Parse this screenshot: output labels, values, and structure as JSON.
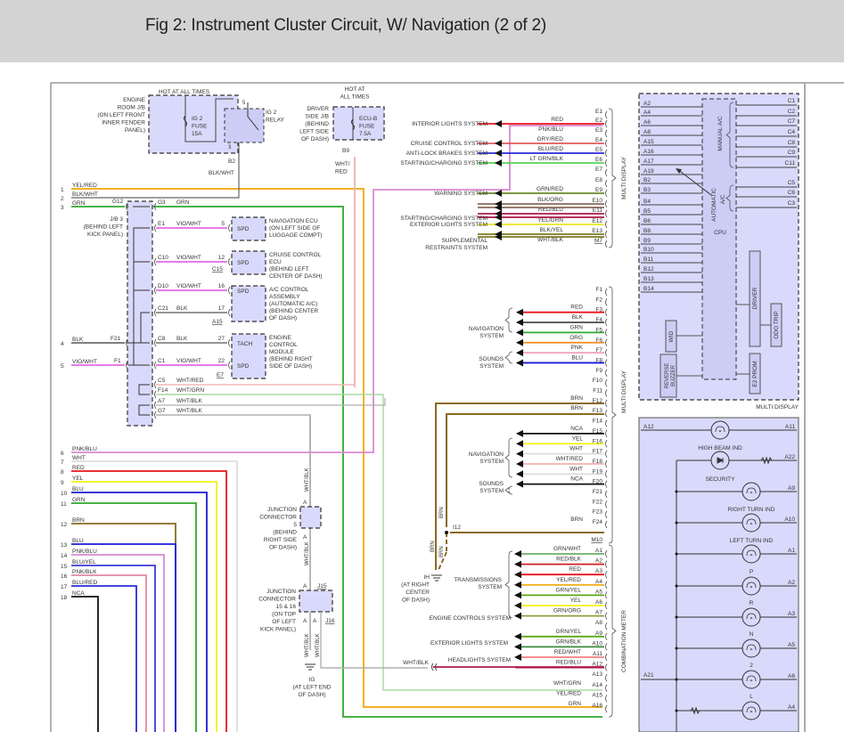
{
  "header": {
    "title": "Fig 2: Instrument Cluster Circuit, W/ Navigation (2 of 2)"
  },
  "colors": {
    "header_bg": "#d3d3d3",
    "component_fill": "#d9d9fb",
    "RED": "#e8141b",
    "PNK/BLU": "#d98ad0",
    "GRY/RED": "#e05a5a",
    "BLU/RED": "#2a2ad8",
    "LT GRN/BLK": "#55d455",
    "GRN/RED": "#6a8a2a",
    "BLK/ORG": "#8a6a5a",
    "RED/BLU": "#b0184a",
    "YEL/GRN": "#e8e820",
    "BLK/YEL": "#7a7a20",
    "WHT/BLK": "#b0b0b0",
    "BLK": "#555555",
    "GRN": "#2fa82f",
    "ORG": "#f08a1a",
    "PNK": "#f2a0b8",
    "BLU": "#1a1ad8",
    "BRN": "#8a6a20",
    "NCA": "#111111",
    "YEL": "#f2f21a",
    "WHT": "#dddddd",
    "WHT/RED": "#f2b8b8",
    "WHT/GRN": "#a8d8a0",
    "YEL/RED": "#f2b020",
    "BLK/WHT": "#666666",
    "VIO/WHT": "#e050e0",
    "GRN/WHT": "#6ab06a",
    "RED/BLK": "#d02020",
    "GRN/YEL": "#5aa81a",
    "GRN/ORG": "#8aa040",
    "GRN/BLK": "#3a8a3a",
    "RED/WHT": "#f08080",
    "BLU/YEL": "#3a3ad8",
    "PNK/BLK": "#e08aa0"
  },
  "power": {
    "engine_room_jb": {
      "label": [
        "ENGINE",
        "ROOM J/B",
        "(ON LEFT FRONT",
        "INNER FENDER",
        "PANEL)"
      ],
      "hot": "HOT AT ALL TIMES",
      "fuse": [
        "IG 2",
        "FUSE",
        "15A"
      ],
      "relay": [
        "IG 2",
        "RELAY"
      ],
      "pin_relay_top": "5",
      "pin_relay_bot": "3",
      "conn": "B2",
      "wire": "BLK/WHT"
    },
    "driver_side_jb": {
      "label": [
        "DRIVER",
        "SIDE J/B",
        "(BEHIND",
        "LEFT SIDE",
        "OF DASH)"
      ],
      "hot": [
        "HOT AT",
        "ALL TIMES"
      ],
      "fuse": [
        "ECU-B",
        "FUSE",
        "7.5A"
      ],
      "conn": "B9",
      "wire": [
        "WHT/",
        "RED"
      ]
    }
  },
  "left_wires": [
    {
      "num": "1",
      "color": "YEL/RED"
    },
    {
      "num": "2",
      "color": "BLK/WHT"
    },
    {
      "num": "3",
      "color": "GRN"
    },
    {
      "num": "4",
      "color": "BLK"
    },
    {
      "num": "5",
      "color": "VIO/WHT"
    },
    {
      "num": "6",
      "color": "PNK/BLU"
    },
    {
      "num": "7",
      "color": "WHT"
    },
    {
      "num": "8",
      "color": "RED"
    },
    {
      "num": "9",
      "color": "YEL"
    },
    {
      "num": "10",
      "color": "BLU"
    },
    {
      "num": "11",
      "color": "GRN"
    },
    {
      "num": "12",
      "color": "BRN"
    },
    {
      "num": "13",
      "color": "BLU"
    },
    {
      "num": "14",
      "color": "PNK/BLU"
    },
    {
      "num": "15",
      "color": "BLU/YEL"
    },
    {
      "num": "16",
      "color": "PNK/BLK"
    },
    {
      "num": "17",
      "color": "BLU/RED"
    },
    {
      "num": "18",
      "color": "NCA"
    }
  ],
  "jb3": {
    "label": [
      "J/B 3",
      "(BEHIND LEFT",
      "KICK PANEL)"
    ],
    "pins_left": [
      "G12",
      "F21",
      "F1"
    ],
    "pins_right": [
      {
        "pin": "G3",
        "wire": "GRN"
      },
      {
        "pin": "E1",
        "wire": "VIO/WHT"
      },
      {
        "pin": "C10",
        "wire": "VIO/WHT"
      },
      {
        "pin": "D10",
        "wire": "VIO/WHT"
      },
      {
        "pin": "C21",
        "wire": "BLK"
      },
      {
        "pin": "C8",
        "wire": "BLK"
      },
      {
        "pin": "C1",
        "wire": "VIO/WHT"
      },
      {
        "pin": "C5",
        "wire": "WHT/RED"
      },
      {
        "pin": "F14",
        "wire": "WHT/GRN"
      },
      {
        "pin": "A7",
        "wire": "WHT/BLK"
      },
      {
        "pin": "G7",
        "wire": "WHT/BLK"
      }
    ]
  },
  "modules": [
    {
      "name": "NAVIGATION ECU",
      "desc": [
        "NAVIGATION ECU",
        "(ON LEFT SIDE OF",
        "LUGGAGE COMPT)"
      ],
      "pins": [
        {
          "pin": "5",
          "label": "SPD"
        }
      ],
      "conn": ""
    },
    {
      "name": "CRUISE CONTROL ECU",
      "desc": [
        "CRUISE CONTROL",
        "ECU",
        "(BEHIND LEFT",
        "CENTER OF DASH)"
      ],
      "pins": [
        {
          "pin": "12",
          "label": "SPD"
        }
      ],
      "conn": "C15"
    },
    {
      "name": "A/C CONTROL ASSEMBLY",
      "desc": [
        "A/C CONTROL",
        "ASSEMBLY",
        "(AUTOMATIC A/C)",
        "(BEHIND CENTER",
        "OF DASH)"
      ],
      "pins": [
        {
          "pin": "16",
          "label": "SPD"
        },
        {
          "pin": "17",
          "label": ""
        }
      ],
      "conn": "A15"
    },
    {
      "name": "ENGINE CONTROL MODULE",
      "desc": [
        "ENGINE",
        "CONTROL",
        "MODULE",
        "(BEHIND RIGHT",
        "SIDE OF DASH)"
      ],
      "pins": [
        {
          "pin": "27",
          "label": "TACH"
        },
        {
          "pin": "22",
          "label": "SPD"
        }
      ],
      "conn": "E7"
    }
  ],
  "junctions": {
    "jc5": {
      "label": [
        "JUNCTION",
        "CONNECTOR",
        "5",
        "(BEHIND",
        "RIGHT SIDE",
        "OF DASH)"
      ],
      "pin": "A",
      "wire": "WHT/BLK"
    },
    "jc15": {
      "label": [
        "JUNCTION",
        "CONNECTOR",
        "15 & 16",
        "(ON TOP",
        "OF LEFT",
        "KICK PANEL)"
      ],
      "pin": "A",
      "conn_a": "J15",
      "conn_b": "J16",
      "wire": "WHT/BLK"
    },
    "ground_ig": {
      "label": [
        "IG",
        "(AT LEFT END",
        "OF DASH)"
      ]
    },
    "ground_ih": {
      "label": [
        "IH",
        "(AT RIGHT",
        "CENTER",
        "OF DASH)"
      ],
      "splice": "I12",
      "wire": "BRN"
    }
  },
  "e_connector": {
    "name": "MULTI DISPLAY",
    "conn": "M7",
    "pins": [
      {
        "pin": "E1",
        "wire": "",
        "system": ""
      },
      {
        "pin": "E2",
        "wire": "RED",
        "system": "INTERIOR LIGHTS SYSTEM"
      },
      {
        "pin": "E3",
        "wire": "PNK/BLU",
        "system": ""
      },
      {
        "pin": "E4",
        "wire": "GRY/RED",
        "system": "CRUISE CONTROL SYSTEM"
      },
      {
        "pin": "E5",
        "wire": "BLU/RED",
        "system": "ANTI-LOCK BRAKES SYSTEM"
      },
      {
        "pin": "E6",
        "wire": "LT GRN/BLK",
        "system": "STARTING/CHARGING SYSTEM"
      },
      {
        "pin": "E7",
        "wire": "",
        "system": ""
      },
      {
        "pin": "E8",
        "wire": "",
        "system": ""
      },
      {
        "pin": "E9",
        "wire": "GRN/RED",
        "system": "WARNING SYSTEM"
      },
      {
        "pin": "E10",
        "wire": "BLK/ORG",
        "system": ""
      },
      {
        "pin": "E11",
        "wire": "RED/BLU",
        "system": ""
      },
      {
        "pin": "E12",
        "wire": "YEL/GRN",
        "system": "EXTERIOR LIGHTS SYSTEM"
      },
      {
        "pin": "E13",
        "wire": "BLK/YEL",
        "system": ""
      },
      {
        "pin": "M7",
        "wire": "WHT/BLK",
        "system": ""
      }
    ],
    "group_labels": {
      "starting": "STARTING/CHARGING SYSTEM",
      "srs": [
        "SUPPLEMENTAL",
        "RESTRAINTS SYSTEM"
      ]
    }
  },
  "f_connector": {
    "name": "MULTI DISPLAY",
    "conn": "M10",
    "pins": [
      {
        "pin": "F1",
        "wire": ""
      },
      {
        "pin": "F2",
        "wire": ""
      },
      {
        "pin": "F3",
        "wire": "RED"
      },
      {
        "pin": "F4",
        "wire": "BLK"
      },
      {
        "pin": "F5",
        "wire": "GRN"
      },
      {
        "pin": "F6",
        "wire": "ORG"
      },
      {
        "pin": "F7",
        "wire": "PNK"
      },
      {
        "pin": "F8",
        "wire": "BLU"
      },
      {
        "pin": "F9",
        "wire": ""
      },
      {
        "pin": "F10",
        "wire": ""
      },
      {
        "pin": "F11",
        "wire": ""
      },
      {
        "pin": "F12",
        "wire": "BRN"
      },
      {
        "pin": "F13",
        "wire": "BRN"
      },
      {
        "pin": "F14",
        "wire": ""
      },
      {
        "pin": "F15",
        "wire": "NCA"
      },
      {
        "pin": "F16",
        "wire": "YEL"
      },
      {
        "pin": "F17",
        "wire": "WHT"
      },
      {
        "pin": "F18",
        "wire": "WHT/RED"
      },
      {
        "pin": "F19",
        "wire": "WHT"
      },
      {
        "pin": "F20",
        "wire": "NCA"
      },
      {
        "pin": "F21",
        "wire": ""
      },
      {
        "pin": "F22",
        "wire": ""
      },
      {
        "pin": "F23",
        "wire": ""
      },
      {
        "pin": "F24",
        "wire": "BRN"
      }
    ],
    "groups": [
      {
        "label": [
          "NAVIGATION",
          "SYSTEM"
        ]
      },
      {
        "label": [
          "SOUNDS",
          "SYSTEM"
        ]
      },
      {
        "label": [
          "NAVIGATION",
          "SYSTEM"
        ]
      },
      {
        "label": [
          "SOUNDS",
          "SYSTEM"
        ]
      }
    ]
  },
  "a_connector": {
    "name": "COMBINATION METER",
    "pins": [
      {
        "pin": "A1",
        "wire": "GRN/WHT"
      },
      {
        "pin": "A2",
        "wire": "RED/BLK"
      },
      {
        "pin": "A3",
        "wire": "RED"
      },
      {
        "pin": "A4",
        "wire": "YEL/RED"
      },
      {
        "pin": "A5",
        "wire": "GRN/YEL"
      },
      {
        "pin": "A6",
        "wire": "YEL"
      },
      {
        "pin": "A7",
        "wire": "GRN/ORG"
      },
      {
        "pin": "A8",
        "wire": ""
      },
      {
        "pin": "A9",
        "wire": "GRN/YEL"
      },
      {
        "pin": "A10",
        "wire": "GRN/BLK"
      },
      {
        "pin": "A11",
        "wire": "RED/WHT"
      },
      {
        "pin": "A12",
        "wire": "RED/BLU"
      },
      {
        "pin": "A13",
        "wire": ""
      },
      {
        "pin": "A14",
        "wire": "WHT/GRN"
      },
      {
        "pin": "A15",
        "wire": "YEL/RED"
      },
      {
        "pin": "A16",
        "wire": "GRN"
      }
    ],
    "systems": {
      "trans": [
        "TRANSMISSIONS",
        "SYSTEM"
      ],
      "engine": "ENGINE CONTROLS SYSTEM",
      "ext": "EXTERIOR LIGHTS SYSTEM",
      "head": "HEADLIGHTS SYSTEM",
      "wht_blk": "WHT/BLK"
    }
  },
  "multi_display": {
    "name": "MULTI DISPLAY",
    "left_pins": [
      "A2",
      "A4",
      "A6",
      "A8",
      "A15",
      "A16",
      "A17",
      "A19",
      "B2",
      "B3",
      "B4",
      "B5",
      "B6",
      "B8",
      "B9",
      "B10",
      "B11",
      "B12",
      "B13",
      "B14"
    ],
    "right_pins": [
      "C1",
      "C2",
      "C7",
      "C4",
      "C8",
      "C9",
      "C11",
      "C5",
      "C6",
      "C3"
    ],
    "blocks": {
      "manual_ac": "MANUAL A/C",
      "auto_ac": [
        "AUTOMATIC",
        "A/C"
      ],
      "cpu": "CPU",
      "driver": "DRIVER",
      "odo": "ODO TRIP",
      "wid": "WID",
      "buzzer": [
        "REVERSE",
        "BUZZER"
      ],
      "eprom": "E2 PROM"
    }
  },
  "combination_meter": {
    "pins_left": [
      "A12",
      "A21"
    ],
    "lamps": [
      {
        "label": "HIGH BEAM IND",
        "pin": "A11"
      },
      {
        "label": "SECURITY",
        "pin": "A22"
      },
      {
        "label": "RIGHT TURN IND",
        "pin": "A9"
      },
      {
        "label": "LEFT TURN IND",
        "pin": "A10"
      },
      {
        "label": "P",
        "pin": "A1"
      },
      {
        "label": "R",
        "pin": "A2"
      },
      {
        "label": "N",
        "pin": "A3"
      },
      {
        "label": "2",
        "pin": "A5"
      },
      {
        "label": "L",
        "pin": "A6"
      },
      {
        "label": "",
        "pin": "A4"
      }
    ]
  }
}
